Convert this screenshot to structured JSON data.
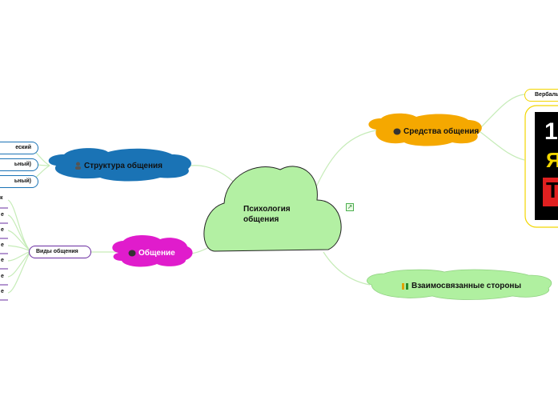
{
  "central": {
    "title": "Психология общения",
    "link_icon": "external-link-icon"
  },
  "topics": {
    "means": {
      "label": "Средства общения",
      "icon": "brain-icon",
      "color": "#f5a800"
    },
    "structure": {
      "label": "Структура общения",
      "icon": "person-icon",
      "color": "#1a73b5"
    },
    "communication": {
      "label": "Общение",
      "icon": "brain-icon",
      "color": "#e01ccc"
    },
    "sides": {
      "label": "Взаимосвязанные стороны",
      "icon": "people-icon",
      "color": "#b0f0a0"
    }
  },
  "means_children": {
    "verbal": "Вербаль",
    "image_text": [
      "1",
      "Я",
      "Т"
    ]
  },
  "structure_children": [
    "еский",
    "ьный)",
    "ьный)"
  ],
  "types": {
    "label": "Виды общения",
    "items": [
      "e",
      "e",
      "e",
      "e",
      "e",
      "e"
    ],
    "top_fragment": "к"
  },
  "colors": {
    "central_fill": "#b3f0a3",
    "line": "#c6ecb8",
    "image_border": "#f2d600",
    "image_bg": "#000000"
  }
}
